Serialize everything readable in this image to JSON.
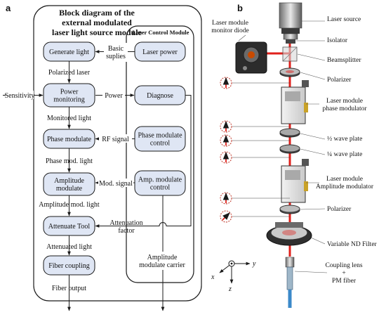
{
  "panel_a": {
    "label": "a",
    "title_lines": [
      "Block diagram of the",
      "external modulated",
      "laser light source module"
    ],
    "control_module_title": "Laser Control Module",
    "left_boxes": [
      "Generate light",
      "Power\nmonitoring",
      "Phase modulate",
      "Amplitude\nmodulate",
      "Attenuate Tool",
      "Fiber coupling"
    ],
    "right_boxes": [
      "Laser power",
      "Diagnose",
      "Phase modulate\ncontrol",
      "Amp. modulate\ncontrol"
    ],
    "flow_labels": [
      "Polarized laser",
      "Monitored light",
      "Phase mod. light",
      "Amplitude mod. light",
      "Attenuated light",
      "Fiber output"
    ],
    "connector_labels": {
      "basic_supplies": "Basic\nsuplies",
      "power": "Power",
      "rf_signal": "RF signal",
      "mod_signal": "Mod. signal",
      "attenuation_factor": "Attenuation\nfactor",
      "sensitivity": "Sensitivity",
      "amplitude_carrier": "Amplitude\nmodulate carrier"
    }
  },
  "panel_b": {
    "label": "b",
    "labels": [
      "Laser source",
      "Isolator",
      "Beamsplitter",
      "Polarizer",
      "Laser module\nphase modulator",
      "½ wave plate",
      "¼ wave plate",
      "Laser module\nAmplitude modulator",
      "Polarizer",
      "Variable ND Filter",
      "Coupling lens\n+\nPM fiber",
      "Laser module\nmonitor diode"
    ],
    "axes": [
      "x",
      "y",
      "z"
    ]
  },
  "colors": {
    "box_fill": "#dfe6f4",
    "laser": "#e0201b"
  }
}
